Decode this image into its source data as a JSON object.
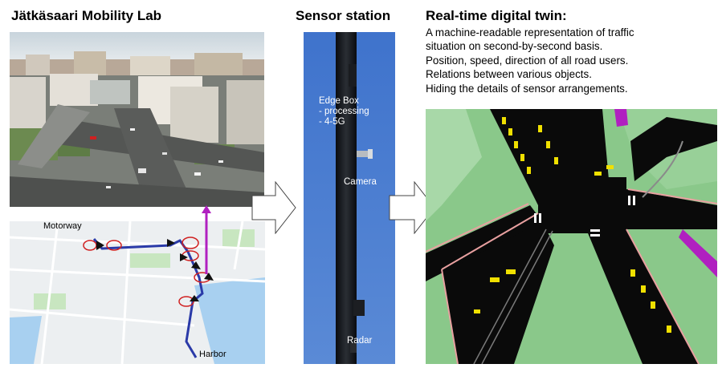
{
  "titles": {
    "left": "Jätkäsaari Mobility Lab",
    "middle": "Sensor station",
    "right": "Real-time digital twin:"
  },
  "twin_description": [
    "A machine-readable representation of traffic",
    "situation on second-by-second basis.",
    "Position, speed, direction of all road users.",
    "Relations between various objects.",
    "Hiding the details of sensor arrangements."
  ],
  "sensor_labels": {
    "edge_box": [
      "Edge Box",
      "- processing",
      "- 4-5G"
    ],
    "camera": "Camera",
    "radar": "Radar"
  },
  "map_labels": {
    "motorway": "Motorway",
    "harbor": "Harbor"
  },
  "colors": {
    "sky": "#4a7fd0",
    "pole": "#101418",
    "twin_grass": "#8ac88a",
    "twin_road": "#0a0a0a",
    "twin_vehicle": "#f0e000",
    "map_route": "#2a3aa8",
    "map_water": "#a8d0f0",
    "camera_view_arrow": "#b020c0"
  }
}
